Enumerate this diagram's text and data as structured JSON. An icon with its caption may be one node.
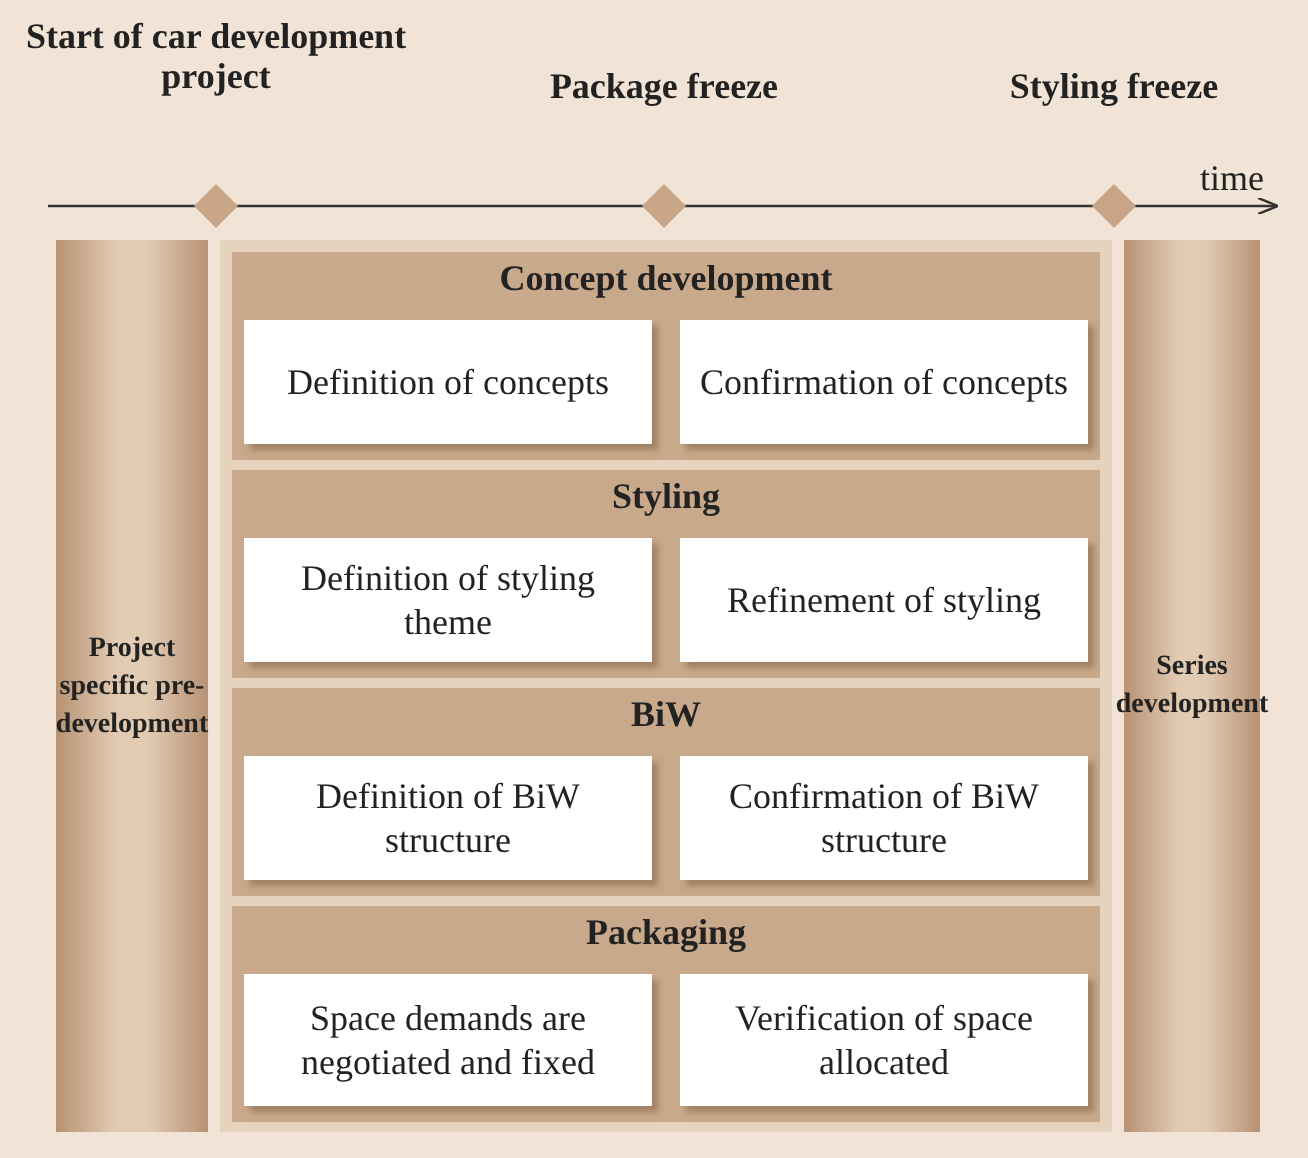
{
  "diagram": {
    "nodes": [
      {
        "text": [
          "Start of car development project"
        ]
      },
      {
        "text": [
          "Package freeze"
        ]
      },
      {
        "text": [
          "Styling freeze"
        ]
      },
      {
        "text": [
          "Project specific pre-development"
        ]
      },
      {
        "text": [],
        "shape": "box"
      },
      {
        "text": [
          "Concept development"
        ],
        "in": 4
      },
      {
        "text": [
          "Definition of concepts"
        ],
        "in": 5
      },
      {
        "text": [
          "Confirmation of concepts"
        ],
        "in": 5
      },
      {
        "text": [
          "Styling"
        ],
        "in": 4
      },
      {
        "text": [
          "Definition of styling theme"
        ],
        "in": 8
      },
      {
        "text": [
          "Refinement of styling"
        ],
        "in": 8
      },
      {
        "text": [
          "BiW"
        ],
        "in": 4
      },
      {
        "text": [
          "Definition of BiW structure"
        ],
        "in": 11
      },
      {
        "text": [
          "Confirmation of BiW structure"
        ],
        "in": 11
      },
      {
        "text": [
          "Packaging"
        ],
        "in": 4
      },
      {
        "text": [
          "Space demands are negotiated and fixed"
        ],
        "in": 14
      },
      {
        "text": [
          "Verification of space allocated"
        ],
        "in": 14
      },
      {
        "text": [
          "Series development"
        ]
      }
    ],
    "edges": [],
    "labels": [
      "time"
    ]
  }
}
